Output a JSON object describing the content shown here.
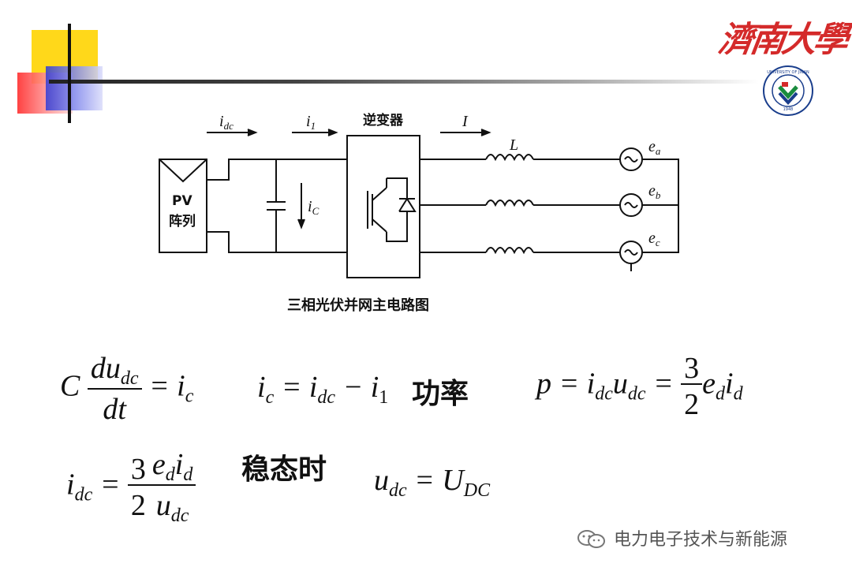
{
  "header": {
    "university_name": "濟南大學",
    "logo_text": "UNIVERSITY OF JINAN",
    "logo_year": "1948"
  },
  "circuit": {
    "labels": {
      "idc": "i",
      "idc_sub": "dc",
      "i1": "i",
      "i1_sub": "1",
      "inverter": "逆变器",
      "I": "I",
      "L": "L",
      "pv_line1": "PV",
      "pv_line2": "阵列",
      "ic": "i",
      "ic_sub": "C",
      "ea": "e",
      "ea_sub": "a",
      "eb": "e",
      "eb_sub": "b",
      "ec": "e",
      "ec_sub": "c"
    },
    "caption": "三相光伏并网主电路图"
  },
  "equations": {
    "eq1": {
      "C": "C",
      "num": "du",
      "num_sub": "dc",
      "den": "dt",
      "rhs": "= i",
      "rhs_sub": "c"
    },
    "eq2": {
      "lhs": "i",
      "lhs_sub": "c",
      "mid": "= i",
      "mid_sub": "dc",
      "minus": "− i",
      "minus_sub": "1"
    },
    "power_label": "功率",
    "eq3": {
      "lhs": "p",
      "a": "= i",
      "a_sub": "dc",
      "b": "u",
      "b_sub": "dc",
      "eq": "=",
      "num": "3",
      "den": "2",
      "c": "e",
      "c_sub": "d",
      "d": "i",
      "d_sub": "d"
    },
    "eq4": {
      "lhs": "i",
      "lhs_sub": "dc",
      "eq": "=",
      "num": "3",
      "den": "2",
      "fnum1": "e",
      "fnum1_sub": "d",
      "fnum2": "i",
      "fnum2_sub": "d",
      "fden": "u",
      "fden_sub": "dc"
    },
    "steady_label": "稳态时",
    "eq5": {
      "lhs": "u",
      "lhs_sub": "dc",
      "rhs": "= U",
      "rhs_sub": "DC"
    }
  },
  "footer": {
    "text": "电力电子技术与新能源"
  }
}
